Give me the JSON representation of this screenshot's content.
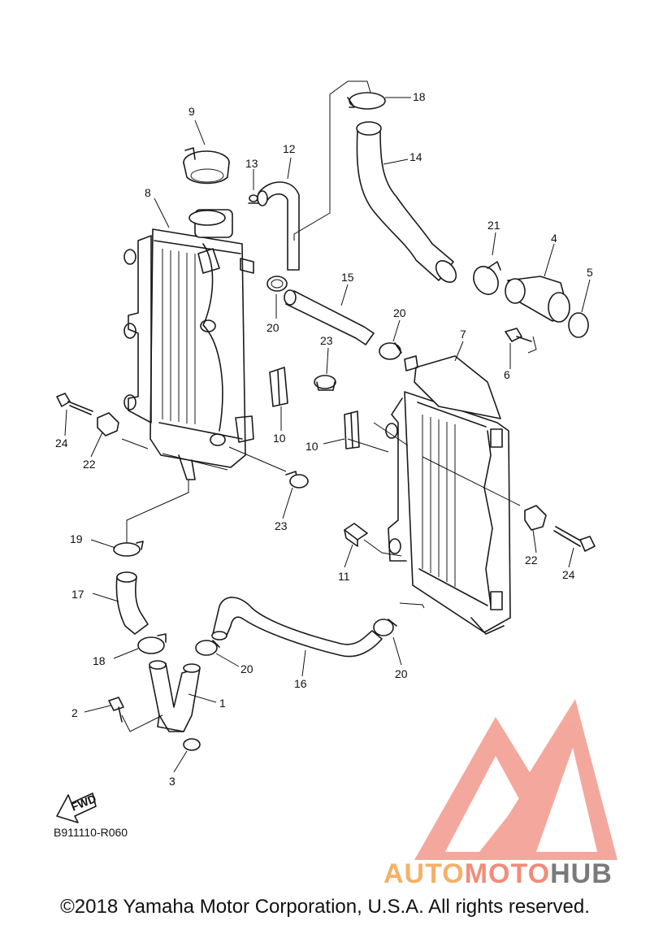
{
  "callouts": [
    {
      "id": "c9",
      "text": "9"
    },
    {
      "id": "c8",
      "text": "8"
    },
    {
      "id": "c13",
      "text": "13"
    },
    {
      "id": "c12",
      "text": "12"
    },
    {
      "id": "c18a",
      "text": "18"
    },
    {
      "id": "c14",
      "text": "14"
    },
    {
      "id": "c21",
      "text": "21"
    },
    {
      "id": "c4",
      "text": "4"
    },
    {
      "id": "c5",
      "text": "5"
    },
    {
      "id": "c15",
      "text": "15"
    },
    {
      "id": "c20a",
      "text": "20"
    },
    {
      "id": "c20b",
      "text": "20"
    },
    {
      "id": "c23a",
      "text": "23"
    },
    {
      "id": "c7",
      "text": "7"
    },
    {
      "id": "c6",
      "text": "6"
    },
    {
      "id": "c10a",
      "text": "10"
    },
    {
      "id": "c10b",
      "text": "10"
    },
    {
      "id": "c24a",
      "text": "24"
    },
    {
      "id": "c22a",
      "text": "22"
    },
    {
      "id": "c23b",
      "text": "23"
    },
    {
      "id": "c19",
      "text": "19"
    },
    {
      "id": "c11",
      "text": "11"
    },
    {
      "id": "c22b",
      "text": "22"
    },
    {
      "id": "c24b",
      "text": "24"
    },
    {
      "id": "c17",
      "text": "17"
    },
    {
      "id": "c18b",
      "text": "18"
    },
    {
      "id": "c20c",
      "text": "20"
    },
    {
      "id": "c16",
      "text": "16"
    },
    {
      "id": "c20d",
      "text": "20"
    },
    {
      "id": "c1",
      "text": "1"
    },
    {
      "id": "c2",
      "text": "2"
    },
    {
      "id": "c3",
      "text": "3"
    }
  ],
  "fwd_label": "FWD",
  "diagram_code": "B911110-R060",
  "copyright": "©2018 Yamaha Motor Corporation, U.S.A. All rights reserved.",
  "watermark": {
    "part1": "AUTO",
    "part2": "MOTO",
    "part3": "HUB"
  },
  "colors": {
    "watermark_red": "#f28c7a",
    "watermark_orange": "#f5b06a",
    "watermark_gray": "#7a7a7a"
  }
}
